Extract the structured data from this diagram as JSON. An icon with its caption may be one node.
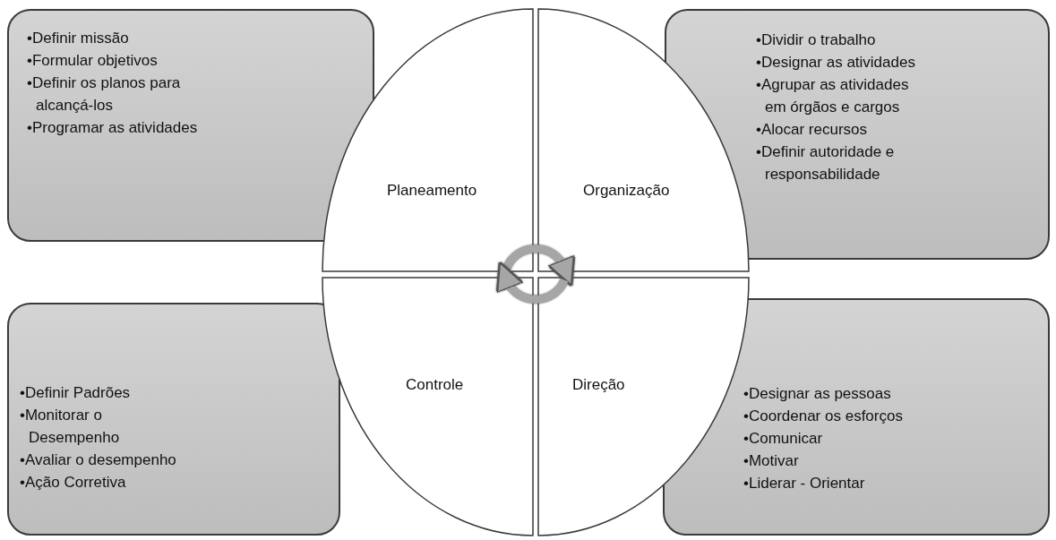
{
  "diagram": {
    "nodes": [
      {
        "text": [
          "•Definir missão",
          "•Formular objetivos",
          "•Definir os planos para alcançá-los",
          "•Programar as atividades"
        ]
      },
      {
        "text": [
          "•Dividir o trabalho",
          "•Designar as atividades",
          "•Agrupar as atividades em órgãos e cargos",
          "•Alocar recursos",
          "•Definir autoridade e responsabilidade"
        ]
      },
      {
        "text": [
          "Planeamento"
        ]
      },
      {
        "text": [
          "Organização"
        ]
      },
      {
        "text": [
          "Controle"
        ]
      },
      {
        "text": [
          "Direção"
        ]
      },
      {
        "text": [
          "•Definir Padrões",
          "•Monitorar o Desempenho",
          "•Avaliar o desempenho",
          "•Ação Corretiva"
        ]
      },
      {
        "text": [
          "•Designar as pessoas",
          "•Coordenar os esforços",
          "•Comunicar",
          "•Motivar",
          "•Liderar - Orientar"
        ]
      }
    ],
    "edges": [
      {
        "from": 2,
        "to": 3,
        "arrow": "to"
      },
      {
        "from": 5,
        "to": 4,
        "arrow": "to"
      }
    ]
  }
}
